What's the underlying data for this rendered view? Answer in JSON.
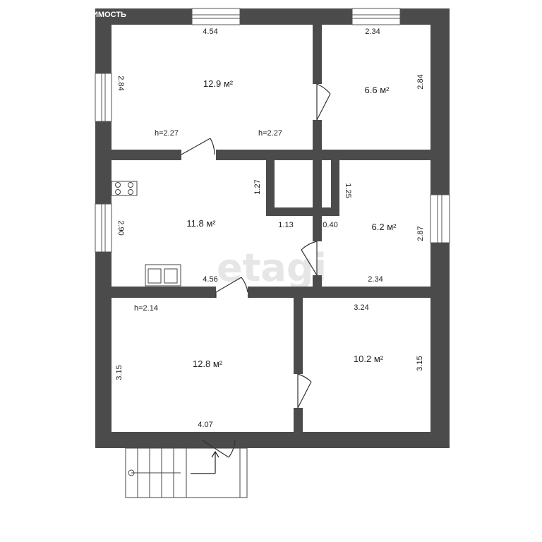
{
  "watermark": "etagi",
  "top_brand_fragment": "ИМОСТЬ",
  "colors": {
    "wall": "#4b4b4b",
    "background": "#ffffff",
    "text": "#222222",
    "door": "#333333"
  },
  "rooms": {
    "room_top_left": {
      "area": "12.9 м²",
      "width": "4.54",
      "height": "2.84",
      "ceiling_left": "h=2.27",
      "ceiling_right": "h=2.27"
    },
    "room_top_right": {
      "area": "6.6 м²",
      "width": "2.34",
      "height": "2.84"
    },
    "kitchen": {
      "area": "11.8 м²",
      "width": "4.56",
      "height": "2.90",
      "side_a": "1.27",
      "side_b": "1.13"
    },
    "room_mid_right": {
      "area": "6.2 м²",
      "width": "2.34",
      "height": "2.87",
      "side_a": "1.25",
      "side_b": "0.40"
    },
    "room_bottom_left": {
      "area": "12.8 м²",
      "width": "4.07",
      "height": "3.15",
      "ceiling": "h=2.14"
    },
    "room_bottom_right": {
      "area": "10.2 м²",
      "width": "3.24",
      "height": "3.15"
    }
  },
  "icons": [
    "stove-icon",
    "sink-icon",
    "staircase-icon",
    "entry-arrow-icon"
  ]
}
